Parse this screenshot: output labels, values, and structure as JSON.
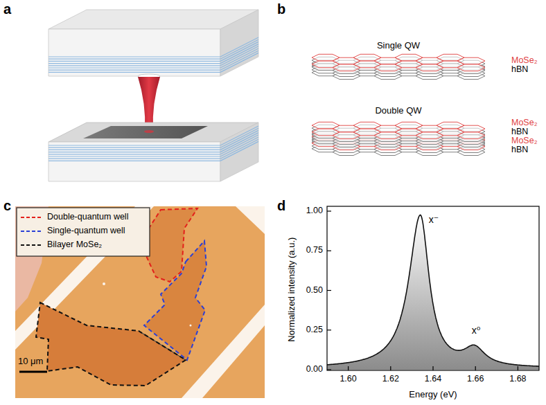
{
  "diagram": {
    "labels": [
      "a",
      "b",
      "Single QW",
      "MoSe₂",
      "hBN",
      "Double QW",
      "MoSe₂",
      "hBN",
      "MoSe₂",
      "hBN",
      "c",
      "10 μm",
      "d",
      "1.00",
      "0.75",
      "0.50",
      "0.25",
      "0.00",
      "Normalized intensity (a.u.)",
      "1.60",
      "1.62",
      "1.64",
      "1.66",
      "1.68",
      "Energy (eV)",
      "x⁻",
      "x⁰"
    ],
    "legend": [
      {
        "text": "Double-quantum well"
      },
      {
        "text": "Single-quantum well"
      },
      {
        "text": "Bilayer MoSe₂"
      }
    ]
  }
}
